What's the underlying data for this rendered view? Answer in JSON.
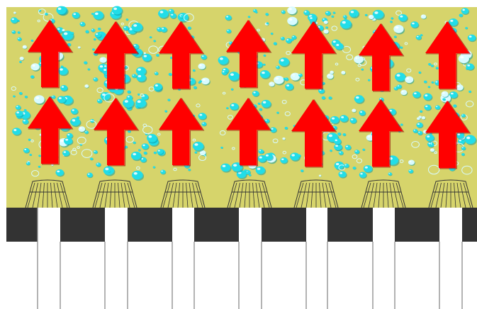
{
  "colors": {
    "background": "#ffffff",
    "chamber": "#d6d46b",
    "bubble_fill": "#22dde8",
    "bubble_light": "#d8fbff",
    "bubble_shade": "#0c9aa6",
    "arrow": "#ff0000",
    "arrow_outline": "#8a0000",
    "block": "#333333",
    "diffuser_stroke": "#333333",
    "slot_line": "#8a8a8a"
  },
  "diagram": {
    "arrow_direction": "up",
    "arrow_rows": 2,
    "arrows_per_row": 7,
    "diffuser_count": 7,
    "support_blocks": 7
  },
  "icons": {
    "arrow": "upward-arrow-icon",
    "bubble": "air-bubble-icon",
    "diffuser": "diffuser-icon"
  }
}
